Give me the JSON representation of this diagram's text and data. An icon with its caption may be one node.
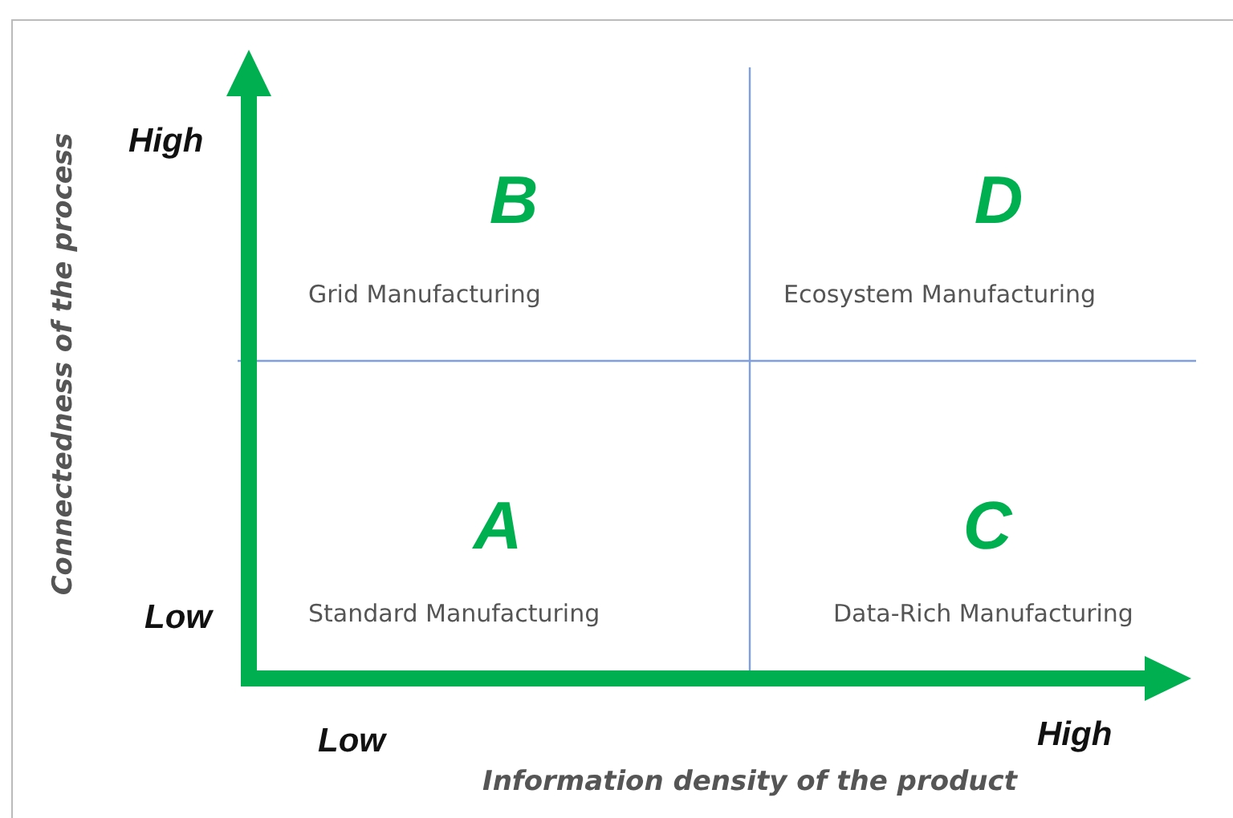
{
  "diagram": {
    "labels": [
      "High",
      "B",
      "D",
      "Grid Manufacturing",
      "Ecosystem Manufacturing",
      "A",
      "C",
      "Low",
      "Standard Manufacturing",
      "Data-Rich Manufacturing",
      "Low",
      "High",
      "Information density of the product",
      "Connectedness of the process"
    ]
  }
}
